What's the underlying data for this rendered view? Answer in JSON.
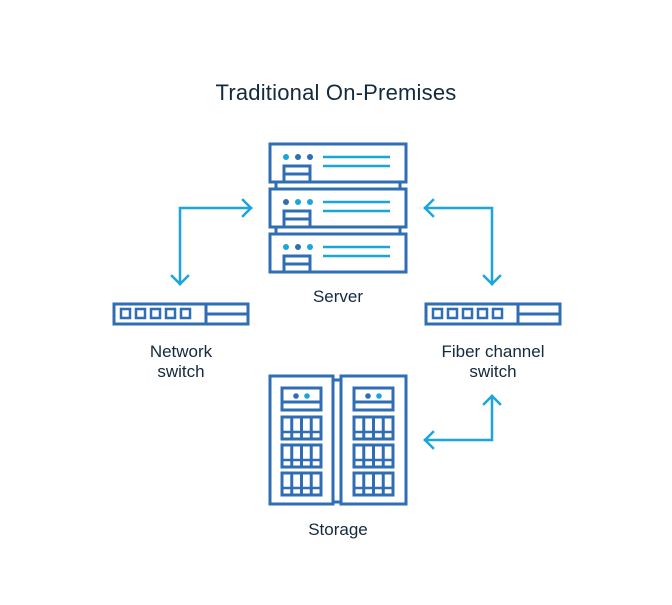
{
  "title": "Traditional On-Premises",
  "colors": {
    "device_outline": "#2f6db5",
    "accent": "#1aa6d9",
    "dot_dark": "#2f6db5",
    "text": "#13293d",
    "background": "#ffffff"
  },
  "nodes": {
    "server": {
      "label": "Server",
      "icon": "server-rack-icon",
      "units": 3
    },
    "network_switch": {
      "label_line1": "Network",
      "label_line2": "switch",
      "icon": "network-switch-icon",
      "ports": 5
    },
    "fiber_switch": {
      "label_line1": "Fiber channel",
      "label_line2": "switch",
      "icon": "fiber-channel-switch-icon",
      "ports": 5
    },
    "storage": {
      "label": "Storage",
      "icon": "storage-array-icon",
      "cabinets": 2
    }
  },
  "connections": [
    {
      "from": "network_switch",
      "to": "server",
      "bidirectional": true
    },
    {
      "from": "server",
      "to": "fiber_switch",
      "bidirectional": true
    },
    {
      "from": "fiber_switch",
      "to": "storage",
      "bidirectional": true
    }
  ]
}
